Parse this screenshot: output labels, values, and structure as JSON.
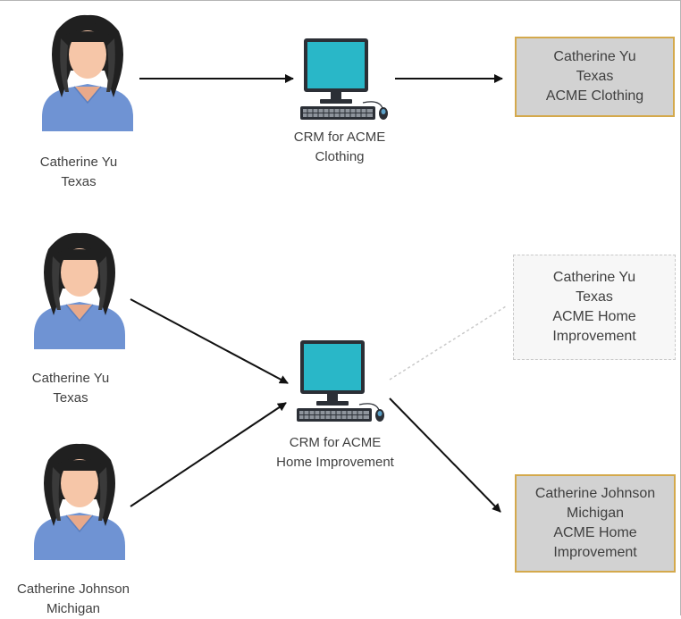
{
  "persons": [
    {
      "id": "person-1",
      "lines": [
        "Catherine Yu",
        "Texas"
      ]
    },
    {
      "id": "person-2",
      "lines": [
        "Catherine Yu",
        "Texas"
      ]
    },
    {
      "id": "person-3",
      "lines": [
        "Catherine Johnson",
        "Michigan"
      ]
    }
  ],
  "systems": [
    {
      "id": "crm-clothing",
      "lines": [
        "CRM for ACME",
        "Clothing"
      ]
    },
    {
      "id": "crm-home",
      "lines": [
        "CRM for ACME",
        "Home Improvement"
      ]
    }
  ],
  "records": [
    {
      "id": "record-clothing",
      "style": "active",
      "lines": [
        "Catherine Yu",
        "Texas",
        "ACME Clothing"
      ]
    },
    {
      "id": "record-home-yu",
      "style": "ghost",
      "lines": [
        "Catherine Yu",
        "Texas",
        "ACME Home",
        "Improvement"
      ]
    },
    {
      "id": "record-home-johnson",
      "style": "active",
      "lines": [
        "Catherine Johnson",
        "Michigan",
        "ACME Home",
        "Improvement"
      ]
    }
  ],
  "colors": {
    "monitor": "#29b7c8",
    "monitor_frame": "#2b2f36",
    "shirt": "#6f93d3",
    "skin": "#f6c6a8",
    "hair": "#202020",
    "record_fill": "#d2d2d2",
    "record_border": "#d4a94c",
    "arrow": "#111111"
  }
}
